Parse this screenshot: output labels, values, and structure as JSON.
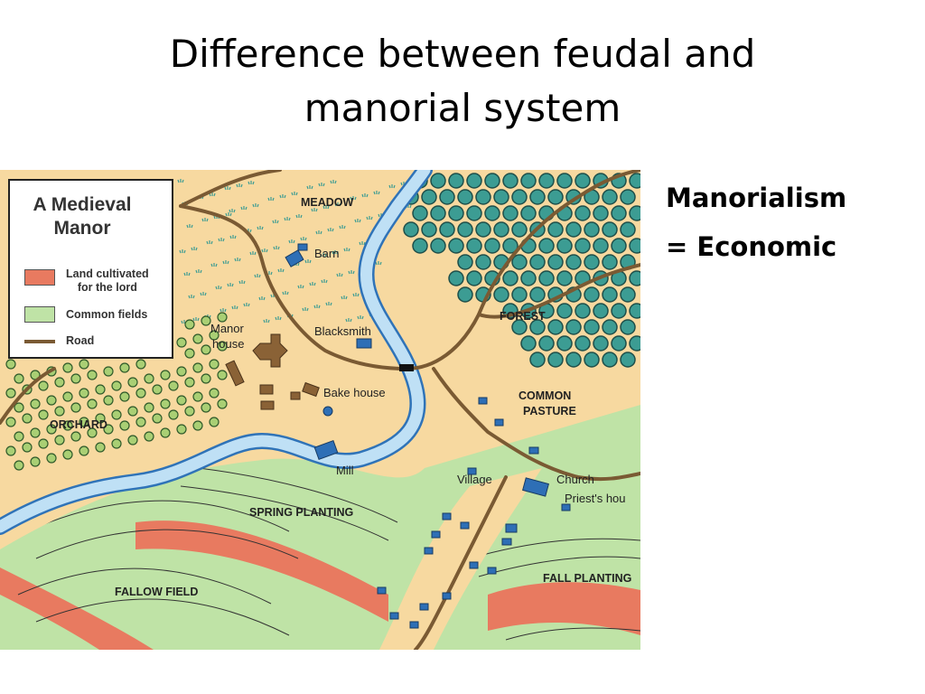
{
  "slide": {
    "title_line1": "Difference between feudal and",
    "title_line2": "manorial system",
    "side_line1": "Manorialism",
    "side_line2": "= Economic"
  },
  "map": {
    "legend": {
      "title_line1": "A Medieval",
      "title_line2": "Manor",
      "items": [
        {
          "label_line1": "Land cultivated",
          "label_line2": "for the lord",
          "color": "#e87a60"
        },
        {
          "label_line1": "Common fields",
          "color": "#bfe3a6"
        },
        {
          "label_line1": "Road",
          "color": "#7a5a33"
        }
      ]
    },
    "labels": {
      "meadow": "MEADOW",
      "barn": "Barn",
      "forest": "FOREST",
      "manor_house_line1": "Manor",
      "manor_house_line2": "house",
      "blacksmith": "Blacksmith",
      "bake_house": "Bake house",
      "common_pasture_line1": "COMMON",
      "common_pasture_line2": "PASTURE",
      "orchard": "ORCHARD",
      "mill": "Mill",
      "village": "Village",
      "church": "Church",
      "priests_house": "Priest's hou",
      "spring_planting": "SPRING PLANTING",
      "fallow_field": "FALLOW FIELD",
      "fall_planting": "FALL PLANTING"
    },
    "colors": {
      "land": "#f7d9a0",
      "river": "#bfe0f5",
      "river_edge": "#2f73b8",
      "forest": "#3c9c93",
      "orchard": "#a9cf74",
      "lord_land": "#e87a60",
      "common_field": "#bfe3a6",
      "road": "#7a5a33",
      "building_blue": "#2e6fb6",
      "building_brown": "#8a6236"
    }
  }
}
